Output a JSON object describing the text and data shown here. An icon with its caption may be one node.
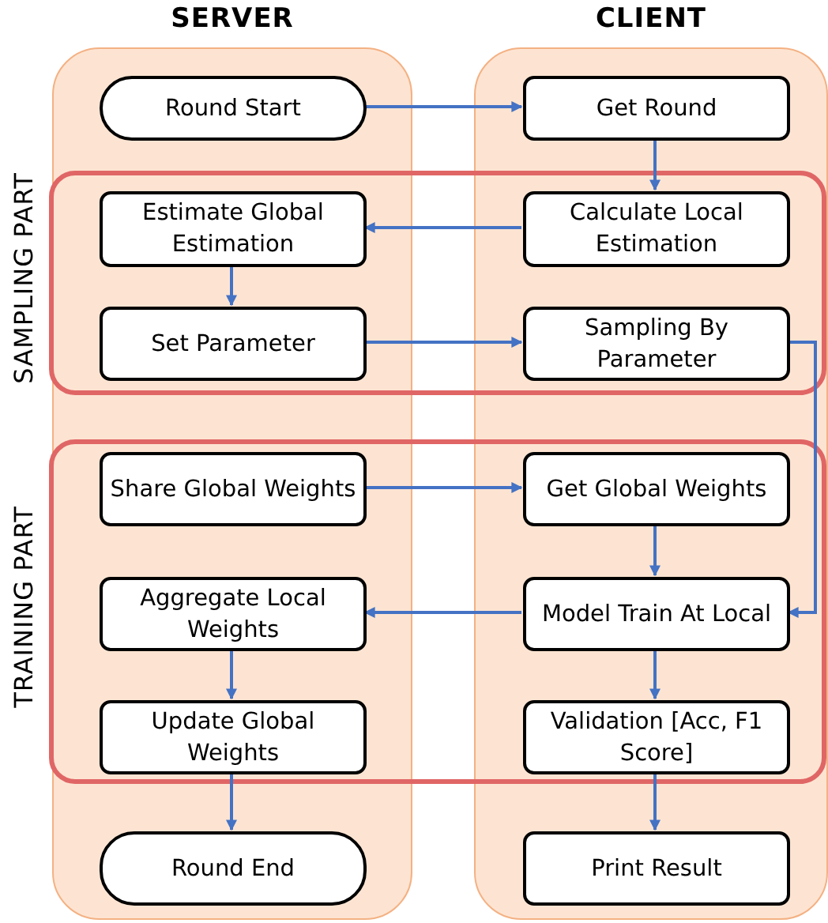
{
  "diagram": {
    "nodes": [
      {
        "text": [
          "SERVER"
        ]
      },
      {
        "text": [
          "CLIENT"
        ]
      },
      {
        "text": [
          "Round Start"
        ],
        "in": 0
      },
      {
        "text": [
          "Get Round"
        ],
        "in": 1
      },
      {
        "text": [
          "Estimate Global Estimation"
        ],
        "in": 0
      },
      {
        "text": [
          "Calculate Local Estimation"
        ],
        "in": 1
      },
      {
        "text": [
          "Set Parameter"
        ],
        "in": 0
      },
      {
        "text": [
          "Sampling By Parameter"
        ],
        "in": 1
      },
      {
        "text": [
          "Share Global Weights"
        ],
        "in": 0
      },
      {
        "text": [
          "Get Global Weights"
        ],
        "in": 1
      },
      {
        "text": [
          "Aggregate Local Weights"
        ],
        "in": 0
      },
      {
        "text": [
          "Model Train At Local"
        ],
        "in": 1
      },
      {
        "text": [
          "Update Global Weights"
        ],
        "in": 0
      },
      {
        "text": [
          "Validation [Acc, F1 Score]"
        ],
        "in": 1
      },
      {
        "text": [
          "Round End"
        ],
        "in": 0
      },
      {
        "text": [
          "Print Result"
        ],
        "in": 1
      }
    ],
    "edges": [
      {
        "from": 2,
        "to": 3,
        "arrow": "to"
      },
      {
        "from": 3,
        "to": 5,
        "arrow": "to"
      },
      {
        "from": 5,
        "to": 4,
        "arrow": "to"
      },
      {
        "from": 4,
        "to": 6,
        "arrow": "to"
      },
      {
        "from": 6,
        "to": 7,
        "arrow": "to"
      },
      {
        "from": 7,
        "to": 11,
        "arrow": "to"
      },
      {
        "from": 8,
        "to": 9,
        "arrow": "to"
      },
      {
        "from": 9,
        "to": 11,
        "arrow": "to"
      },
      {
        "from": 11,
        "to": 10,
        "arrow": "to"
      },
      {
        "from": 10,
        "to": 12,
        "arrow": "to"
      },
      {
        "from": 12,
        "to": 14,
        "arrow": "to"
      },
      {
        "from": 11,
        "to": 13,
        "arrow": "to"
      },
      {
        "from": 13,
        "to": 15,
        "arrow": "to"
      }
    ],
    "labels": [
      "SAMPLING PART",
      "TRAINING PART"
    ]
  }
}
